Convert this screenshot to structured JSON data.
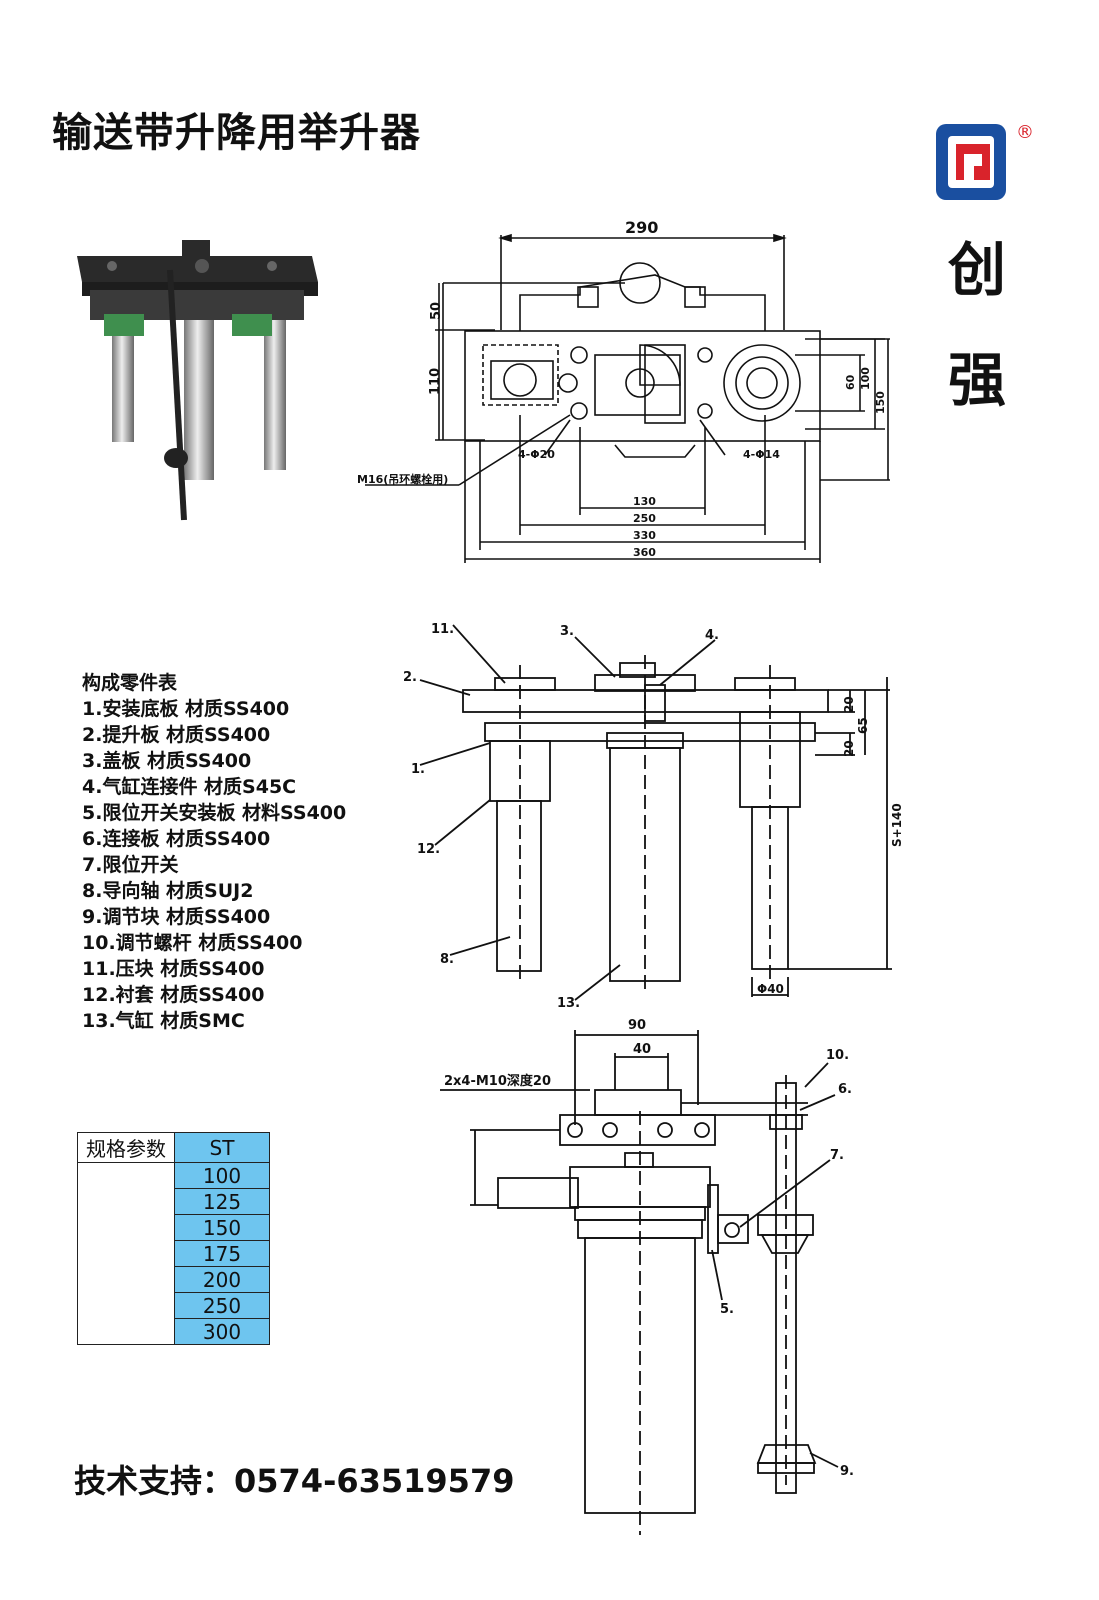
{
  "header": {
    "title": "输送带升降用举升器"
  },
  "brand": {
    "logo_mark": "®",
    "name_1": "创",
    "name_2": "强",
    "accent": "#1a4fa0",
    "logo_red": "#d9232b"
  },
  "top_view": {
    "dim_290": "290",
    "dim_50": "50",
    "dim_110": "110",
    "dim_60": "60",
    "dim_100": "100",
    "dim_150": "150",
    "hole_20": "4-Φ20",
    "hole_14": "4-Φ14",
    "m16": "M16(吊环螺栓用)",
    "dim_130": "130",
    "dim_250": "250",
    "dim_330": "330",
    "dim_360": "360"
  },
  "front_view": {
    "n11": "11.",
    "n3": "3.",
    "n4": "4.",
    "n2": "2.",
    "n1": "1.",
    "n12": "12.",
    "n8": "8.",
    "n13": "13.",
    "dim_20a": "20",
    "dim_65": "65",
    "dim_20b": "20",
    "stroke": "S+140",
    "phi40": "Φ40"
  },
  "side_view": {
    "dim_90": "90",
    "dim_40": "40",
    "m10": "2x4-M10深度20",
    "n10": "10.",
    "n6": "6.",
    "n7": "7.",
    "n5": "5.",
    "n9": "9."
  },
  "parts": {
    "heading": "构成零件表",
    "items": [
      "1.安装底板 材质SS400",
      "2.提升板  材质SS400",
      "3.盖板   材质SS400",
      "4.气缸连接件 材质S45C",
      "5.限位开关安装板  材料SS400",
      "6.连接板  材质SS400",
      "7.限位开关",
      "8.导向轴  材质SUJ2",
      "9.调节块  材质SS400",
      "10.调节螺杆 材质SS400",
      "11.压块 材质SS400",
      "12.衬套 材质SS400",
      "13.气缸 材质SMC"
    ]
  },
  "spec": {
    "label": "规格参数",
    "col": "ST",
    "values": [
      "100",
      "125",
      "150",
      "175",
      "200",
      "250",
      "300"
    ],
    "cell_color": "#6ec5ef"
  },
  "footer": {
    "support": "技术支持：0574-63519579"
  }
}
